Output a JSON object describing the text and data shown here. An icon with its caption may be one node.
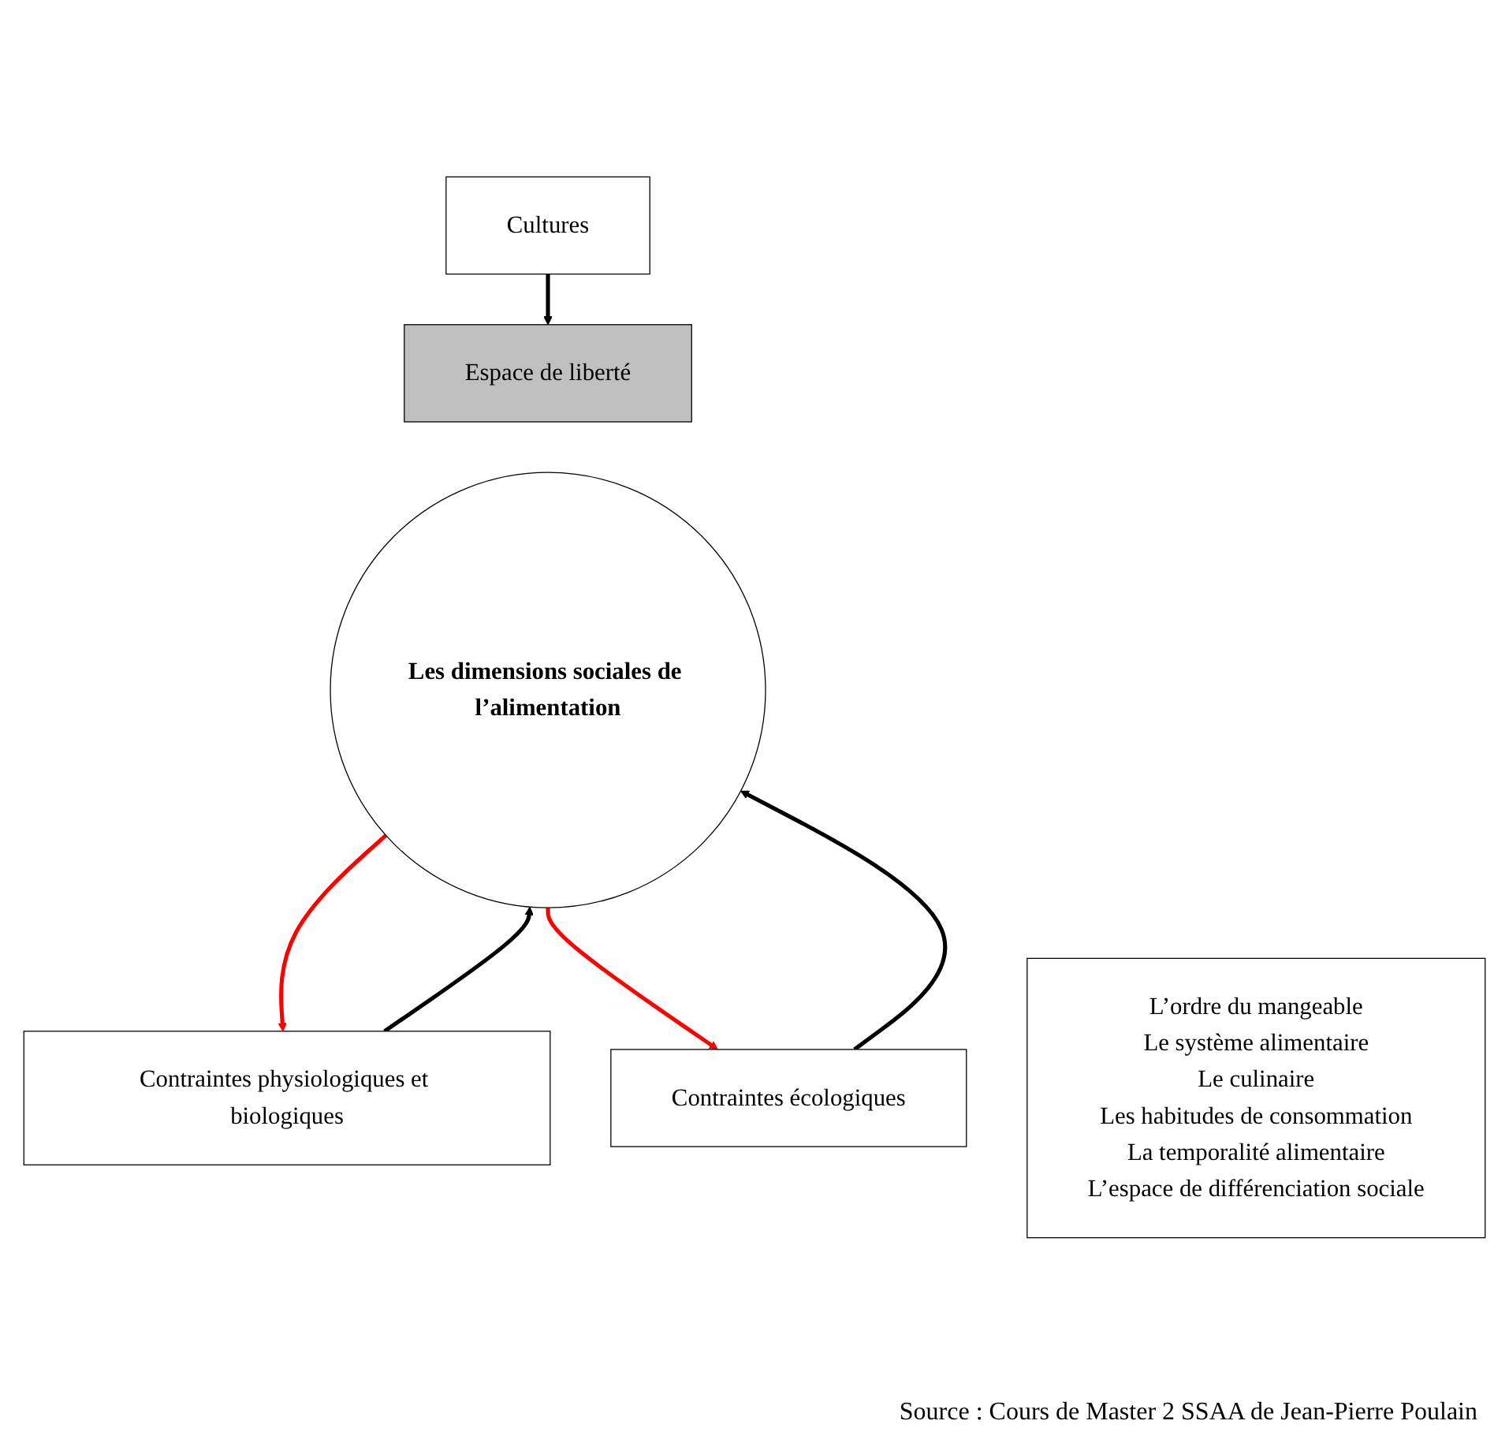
{
  "diagram": {
    "caption": "Source : Cours de Master 2 SSAA de Jean-Pierre Poulain",
    "nodes": [
      {
        "text": [
          "Cultures"
        ]
      },
      {
        "text": [
          "Espace de liberté"
        ]
      },
      {
        "text": [
          "Les dimensions sociales de l’alimentation"
        ]
      },
      {
        "text": [
          "Contraintes physiologiques et biologiques"
        ]
      },
      {
        "text": [
          "Contraintes écologiques"
        ]
      },
      {
        "text": [
          "L’ordre du mangeable",
          "Le système alimentaire",
          "Le culinaire",
          "Les habitudes de consommation",
          "La temporalité alimentaire",
          "L’espace de différenciation sociale"
        ]
      }
    ],
    "edges": [
      {
        "from": 0,
        "to": 1,
        "arrow": "to"
      },
      {
        "from": 3,
        "to": 2,
        "arrow": "to"
      },
      {
        "from": 4,
        "to": 2,
        "arrow": "to"
      },
      {
        "from": 2,
        "to": 3,
        "arrow": "to",
        "color": "#ff0000"
      },
      {
        "from": 2,
        "to": 4,
        "arrow": "to",
        "color": "#ff0000"
      }
    ]
  }
}
